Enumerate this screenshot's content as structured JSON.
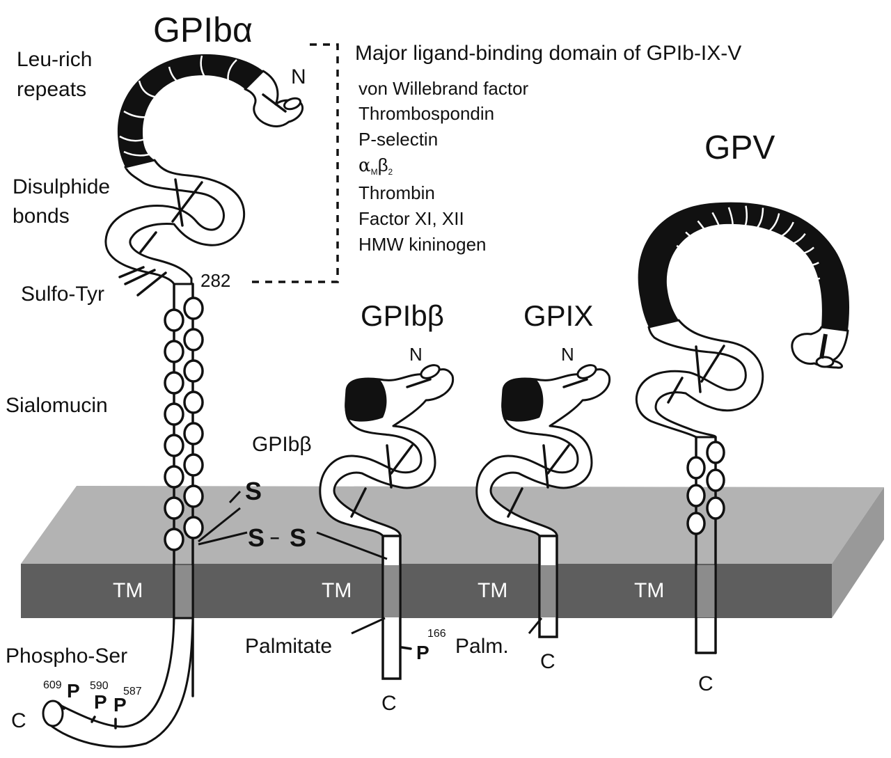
{
  "figure": {
    "colors": {
      "membrane_top": "#b3b3b3",
      "membrane_front": "#5e5e5e",
      "membrane_side": "#999999",
      "tm_segment": "#8c8c8c",
      "domain_dark": "#111111",
      "line": "#111111",
      "background": "#ffffff"
    },
    "proteins": {
      "gpib_alpha": {
        "title": "GPIbα",
        "n_label": "N",
        "c_label": "C",
        "residue_282": "282",
        "tm_label": "TM"
      },
      "gpib_beta": {
        "title": "GPIbβ",
        "n_label": "N",
        "c_label": "C",
        "tm_label": "TM",
        "phospho": "P",
        "phospho_residue": "166"
      },
      "gpix": {
        "title": "GPIX",
        "n_label": "N",
        "c_label": "C",
        "tm_label": "TM"
      },
      "gpv": {
        "title": "GPV",
        "c_label": "C",
        "tm_label": "TM"
      }
    },
    "annotations": {
      "leu_rich_line1": "Leu-rich",
      "leu_rich_line2": "repeats",
      "disulphide_line1": "Disulphide",
      "disulphide_line2": "bonds",
      "sulfo_tyr": "Sulfo-Tyr",
      "sialomucin": "Sialomucin",
      "gpib_beta_link": "GPIbβ",
      "s_single": "S",
      "s_s_left": "S",
      "s_s_dash": "–",
      "s_s_right": "S",
      "palmitate": "Palmitate",
      "palm_short": "Palm.",
      "phospho_ser": "Phospho-Ser",
      "phospho_sites": [
        {
          "label": "P",
          "residue": "609"
        },
        {
          "label": "P",
          "residue": "590"
        },
        {
          "label": "P",
          "residue": "587"
        }
      ]
    },
    "ligand_box": {
      "heading": "Major ligand-binding domain of GPIb-IX-V",
      "ligands": [
        "von Willebrand factor",
        "Thrombospondin",
        "P-selectin",
        "αMβ2",
        "Thrombin",
        "Factor XI, XII",
        "HMW kininogen"
      ],
      "integrin_alpha": "α",
      "integrin_alpha_sub": "M",
      "integrin_beta": "β",
      "integrin_beta_sub": "2"
    }
  }
}
